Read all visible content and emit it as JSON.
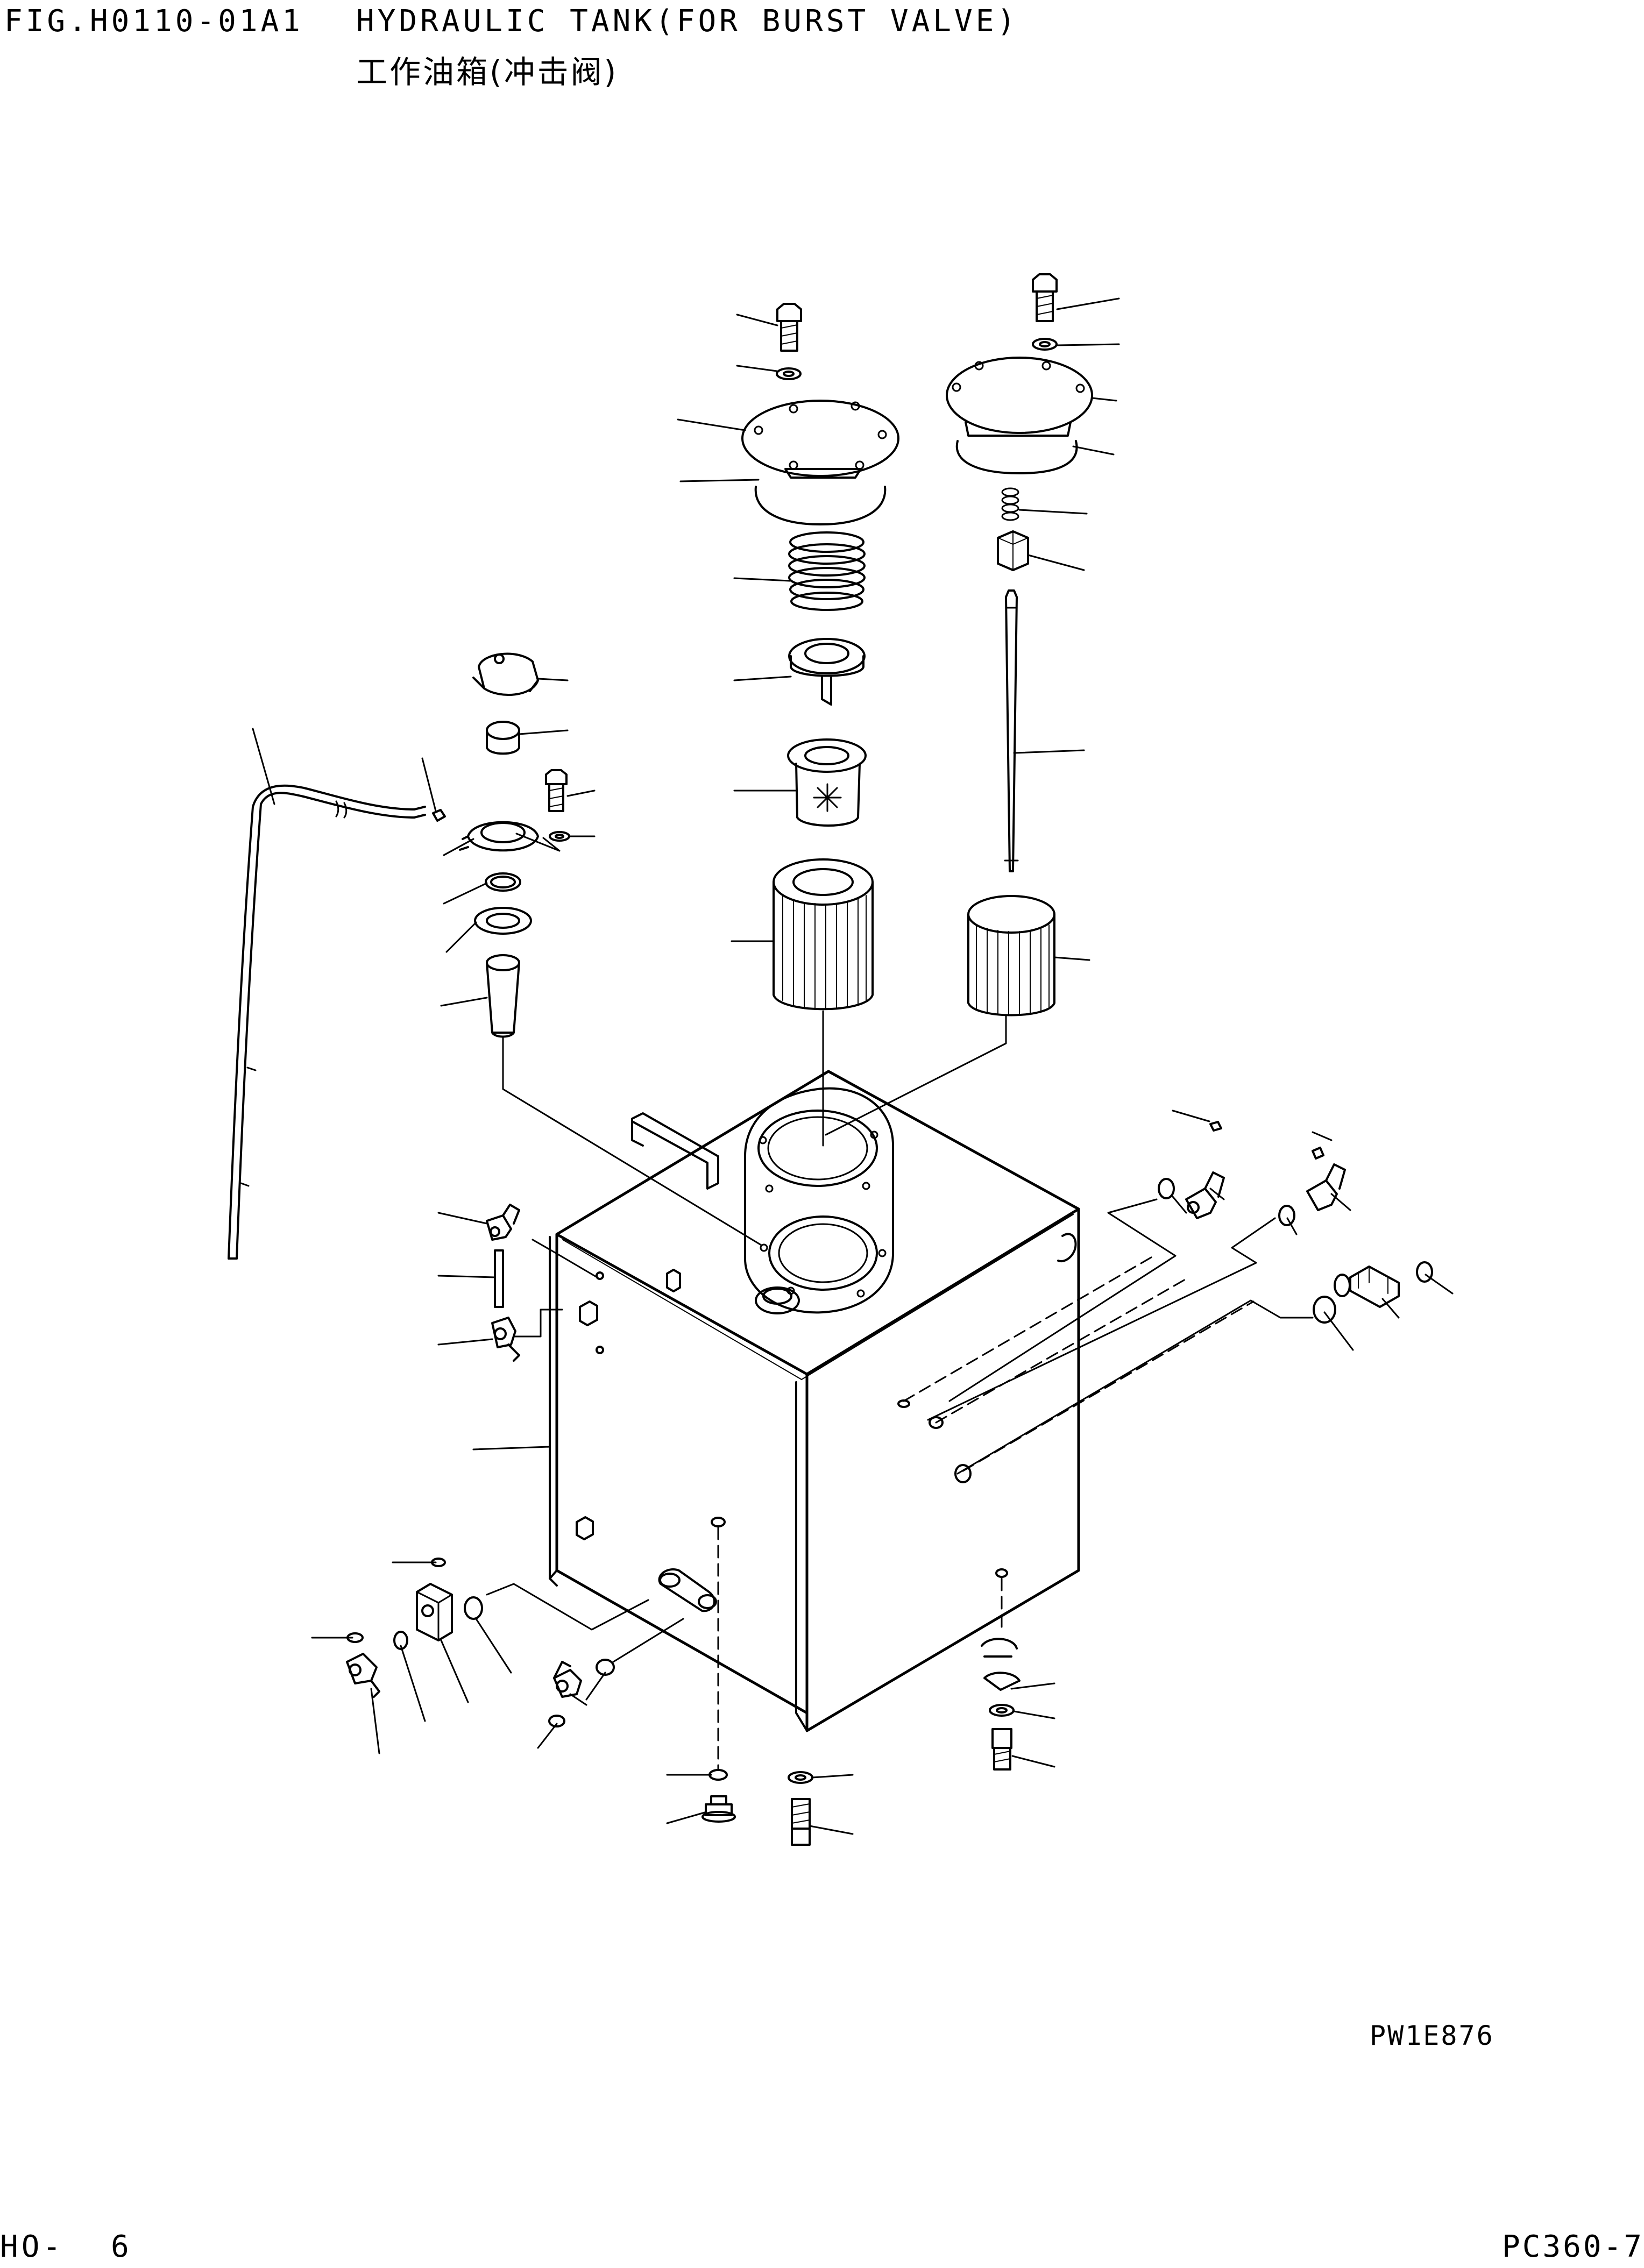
{
  "header": {
    "figure_number": "FIG.H0110-01A1",
    "title_en": "HYDRAULIC TANK(FOR BURST VALVE)",
    "title_cn": "工作油箱(冲击阀)"
  },
  "footer": {
    "drawing_code": "PW1E876",
    "page_ref": "HO-",
    "page_number": "6",
    "model": "PC360-7"
  },
  "colors": {
    "ink": "#000000",
    "paper": "#ffffff"
  }
}
